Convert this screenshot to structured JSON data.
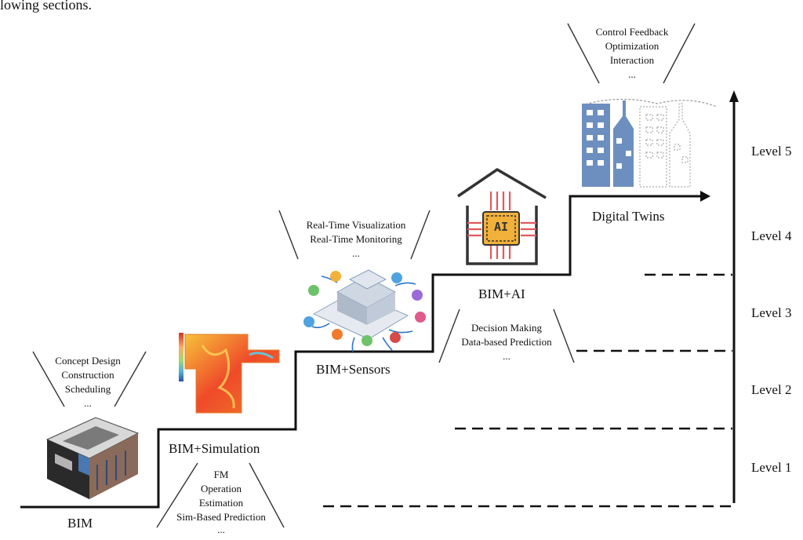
{
  "intro_text": "lowing sections.",
  "levels": [
    "Level 1",
    "Level 2",
    "Level 3",
    "Level 4",
    "Level 5"
  ],
  "stages": {
    "bim": {
      "label": "BIM",
      "capabilities": [
        "Concept Design",
        "Construction",
        "Scheduling",
        "..."
      ]
    },
    "simulation": {
      "label": "BIM+Simulation",
      "capabilities": [
        "FM",
        "Operation",
        "Estimation",
        "Sim-Based Prediction",
        "..."
      ]
    },
    "sensors": {
      "label": "BIM+Sensors",
      "capabilities": [
        "Real-Time Visualization",
        "Real-Time Monitoring",
        "..."
      ]
    },
    "ai": {
      "label": "BIM+AI",
      "capabilities": [
        "Decision Making",
        "Data-based Prediction",
        "..."
      ],
      "chip_text": "AI"
    },
    "twins": {
      "label": "Digital Twins",
      "capabilities": [
        "Control Feedback",
        "Optimization",
        "Interaction",
        "..."
      ]
    }
  },
  "colors": {
    "line": "#111111",
    "building_blue": "#6d8fbf",
    "ai_chip": "#f2b13a",
    "ai_pins": "#e05a5a",
    "heat_red": "#ef4a2a",
    "heat_yellow": "#f6c23a"
  }
}
